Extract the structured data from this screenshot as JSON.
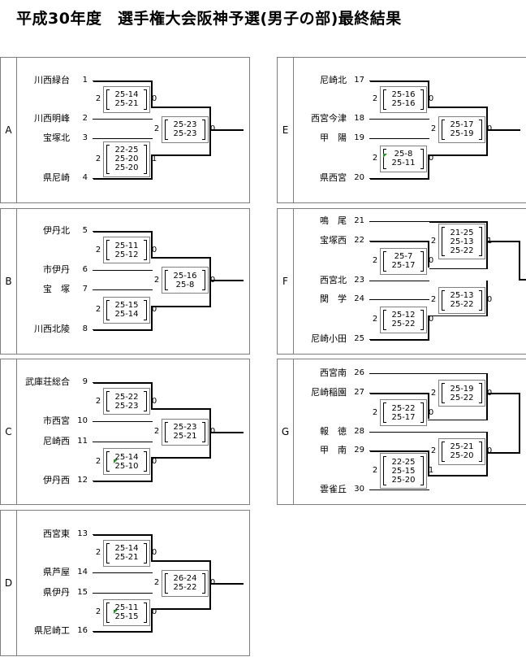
{
  "title": "平成30年度　選手権大会阪神予選(男子の部)最終結果",
  "groups": [
    {
      "label": "A",
      "teams": [
        {
          "name": "川西緑台",
          "seed": "1"
        },
        {
          "name": "川西明峰",
          "seed": "2"
        },
        {
          "name": "宝塚北",
          "seed": "3"
        },
        {
          "name": "県尼崎",
          "seed": "4"
        }
      ],
      "matches": [
        {
          "sets": [
            "25-14",
            "25-21"
          ],
          "left": "2",
          "right": "0"
        },
        {
          "sets": [
            "22-25",
            "25-20",
            "25-20"
          ],
          "left": "2",
          "right": "1"
        },
        {
          "sets": [
            "25-23",
            "25-23"
          ],
          "left": "2",
          "right": "0"
        }
      ]
    },
    {
      "label": "B",
      "teams": [
        {
          "name": "伊丹北",
          "seed": "5"
        },
        {
          "name": "市伊丹",
          "seed": "6"
        },
        {
          "name": "宝　塚",
          "seed": "7"
        },
        {
          "name": "川西北陵",
          "seed": "8"
        }
      ],
      "matches": [
        {
          "sets": [
            "25-11",
            "25-12"
          ],
          "left": "2",
          "right": "0"
        },
        {
          "sets": [
            "25-15",
            "25-14"
          ],
          "left": "2",
          "right": "0"
        },
        {
          "sets": [
            "25-16",
            "25-8"
          ],
          "left": "2",
          "right": "0"
        }
      ]
    },
    {
      "label": "C",
      "teams": [
        {
          "name": "武庫荘総合",
          "seed": "9"
        },
        {
          "name": "市西宮",
          "seed": "10"
        },
        {
          "name": "尼崎西",
          "seed": "11"
        },
        {
          "name": "伊丹西",
          "seed": "12"
        }
      ],
      "matches": [
        {
          "sets": [
            "25-22",
            "25-23"
          ],
          "left": "2",
          "right": "0"
        },
        {
          "sets": [
            "25-14",
            "25-10"
          ],
          "left": "2",
          "right": "0"
        },
        {
          "sets": [
            "25-23",
            "25-21"
          ],
          "left": "2",
          "right": "0"
        }
      ]
    },
    {
      "label": "D",
      "teams": [
        {
          "name": "西宮東",
          "seed": "13"
        },
        {
          "name": "県芦屋",
          "seed": "14"
        },
        {
          "name": "県伊丹",
          "seed": "15"
        },
        {
          "name": "県尼崎工",
          "seed": "16"
        }
      ],
      "matches": [
        {
          "sets": [
            "25-14",
            "25-21"
          ],
          "left": "2",
          "right": "0"
        },
        {
          "sets": [
            "25-11",
            "25-15"
          ],
          "left": "2",
          "right": "0"
        },
        {
          "sets": [
            "26-24",
            "25-22"
          ],
          "left": "2",
          "right": "0"
        }
      ]
    },
    {
      "label": "E",
      "teams": [
        {
          "name": "尼崎北",
          "seed": "17"
        },
        {
          "name": "西宮今津",
          "seed": "18"
        },
        {
          "name": "甲　陽",
          "seed": "19"
        },
        {
          "name": "県西宮",
          "seed": "20"
        }
      ],
      "matches": [
        {
          "sets": [
            "25-16",
            "25-16"
          ],
          "left": "2",
          "right": "0"
        },
        {
          "sets": [
            "25-8",
            "25-11"
          ],
          "left": "2",
          "right": "0"
        },
        {
          "sets": [
            "25-17",
            "25-19"
          ],
          "left": "2",
          "right": "0"
        }
      ]
    },
    {
      "label": "F",
      "teams": [
        {
          "name": "鳴　尾",
          "seed": "21"
        },
        {
          "name": "宝塚西",
          "seed": "22"
        },
        {
          "name": "西宮北",
          "seed": "23"
        },
        {
          "name": "関　学",
          "seed": "24"
        },
        {
          "name": "尼崎小田",
          "seed": "25"
        }
      ],
      "matches": [
        {
          "sets": [
            "25-7",
            "25-17"
          ],
          "left": "2",
          "right": "0"
        },
        {
          "sets": [
            "21-25",
            "25-13",
            "25-22"
          ],
          "left": "2",
          "right": "1"
        },
        {
          "sets": [
            "25-12",
            "25-22"
          ],
          "left": "2",
          "right": "0"
        },
        {
          "sets": [
            "25-13",
            "25-22"
          ],
          "left": "2",
          "right": "0"
        }
      ]
    },
    {
      "label": "G",
      "teams": [
        {
          "name": "西宮南",
          "seed": "26"
        },
        {
          "name": "尼崎稲園",
          "seed": "27"
        },
        {
          "name": "報　徳",
          "seed": "28"
        },
        {
          "name": "甲　南",
          "seed": "29"
        },
        {
          "name": "雲雀丘",
          "seed": "30"
        }
      ],
      "matches": [
        {
          "sets": [
            "25-22",
            "25-17"
          ],
          "left": "2",
          "right": "0"
        },
        {
          "sets": [
            "25-19",
            "25-22"
          ],
          "left": "2",
          "right": "0"
        },
        {
          "sets": [
            "22-25",
            "25-15",
            "25-20"
          ],
          "left": "2",
          "right": "1"
        },
        {
          "sets": [
            "25-21",
            "25-20"
          ],
          "left": "2",
          "right": "0"
        }
      ]
    }
  ]
}
